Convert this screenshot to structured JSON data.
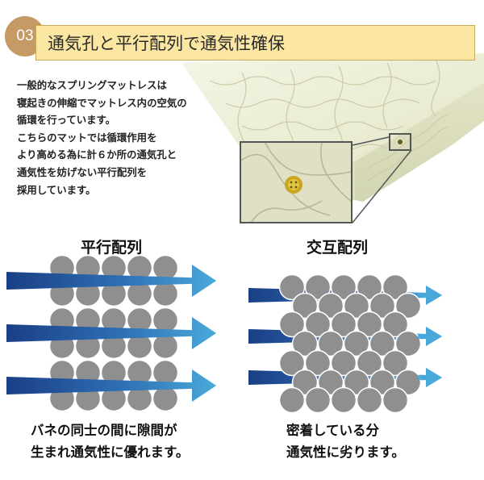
{
  "section": {
    "number": "03",
    "title": "通気孔と平行配列で通気性確保"
  },
  "description": [
    "一般的なスプリングマットレスは",
    "寝起きの伸縮でマットレス内の空気の",
    "循環を行っています。",
    "こちらのマットでは循環作用を",
    "より高める為に計６か所の通気孔と",
    "通気性を妨げない平行配列を",
    "採用しています。"
  ],
  "parallel": {
    "heading": "平行配列",
    "caption": [
      "バネの同士の間に隙間が",
      "生まれ通気性に優れます。"
    ]
  },
  "staggered": {
    "heading": "交互配列",
    "caption": [
      "密着している分",
      "通気性に劣ります。"
    ]
  },
  "colors": {
    "badge": "#c59a64",
    "title_bg": "#fbe7a2",
    "title_border": "#c8a85a",
    "spring": "#8f8f8f",
    "arrow_dark": "#1a3f86",
    "arrow_light": "#49a9da",
    "mattress": "#eef0d8"
  }
}
